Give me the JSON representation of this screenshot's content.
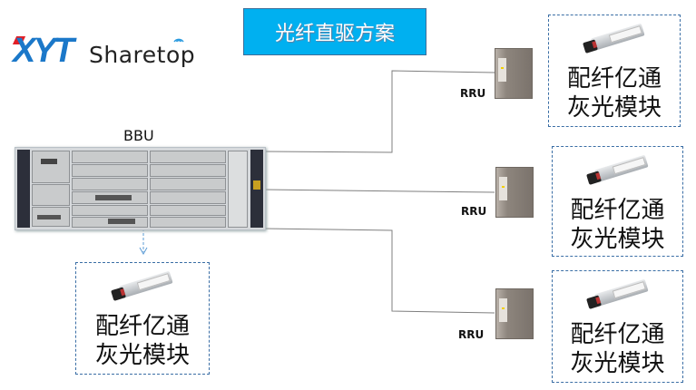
{
  "logo": {
    "mark": "XYT",
    "wordmark": "Sharetop",
    "colors": {
      "blue": "#1b78c9",
      "light_blue": "#2a9be0",
      "red": "#e21f26"
    }
  },
  "title": {
    "text": "光纤直驱方案",
    "background": "#00b0f0"
  },
  "bbu": {
    "label": "BBU"
  },
  "bbu_module": {
    "line1": "配纤亿通",
    "line2": "灰光模块"
  },
  "rrus": [
    {
      "label": "RRU",
      "module": {
        "line1": "配纤亿通",
        "line2": "灰光模块"
      }
    },
    {
      "label": "RRU",
      "module": {
        "line1": "配纤亿通",
        "line2": "灰光模块"
      }
    },
    {
      "label": "RRU",
      "module": {
        "line1": "配纤亿通",
        "line2": "灰光模块"
      }
    }
  ],
  "colors": {
    "line": "#7f7f7f",
    "dashed_border": "#3a6ea5",
    "arrow": "#5b9bd5"
  }
}
